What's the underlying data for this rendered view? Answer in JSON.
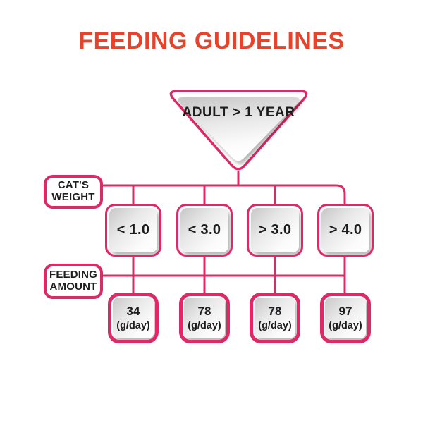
{
  "title": "FEEDING GUIDELINES",
  "colors": {
    "accent_pink": "#DF2967",
    "title_red": "#E9422B",
    "text_ink": "#1d1d1f"
  },
  "flowchart": {
    "root": {
      "label": "ADULT > 1 YEAR"
    },
    "weight_row": {
      "label_line1": "CAT'S",
      "label_line2": "WEIGHT",
      "nodes": [
        {
          "value": "< 1.0"
        },
        {
          "value": "< 3.0"
        },
        {
          "value": "> 3.0"
        },
        {
          "value": "> 4.0"
        }
      ]
    },
    "amount_row": {
      "label_line1": "FEEDING",
      "label_line2": "AMOUNT",
      "nodes": [
        {
          "value": "34",
          "unit": "(g/day)"
        },
        {
          "value": "78",
          "unit": "(g/day)"
        },
        {
          "value": "78",
          "unit": "(g/day)"
        },
        {
          "value": "97",
          "unit": "(g/day)"
        }
      ]
    }
  }
}
